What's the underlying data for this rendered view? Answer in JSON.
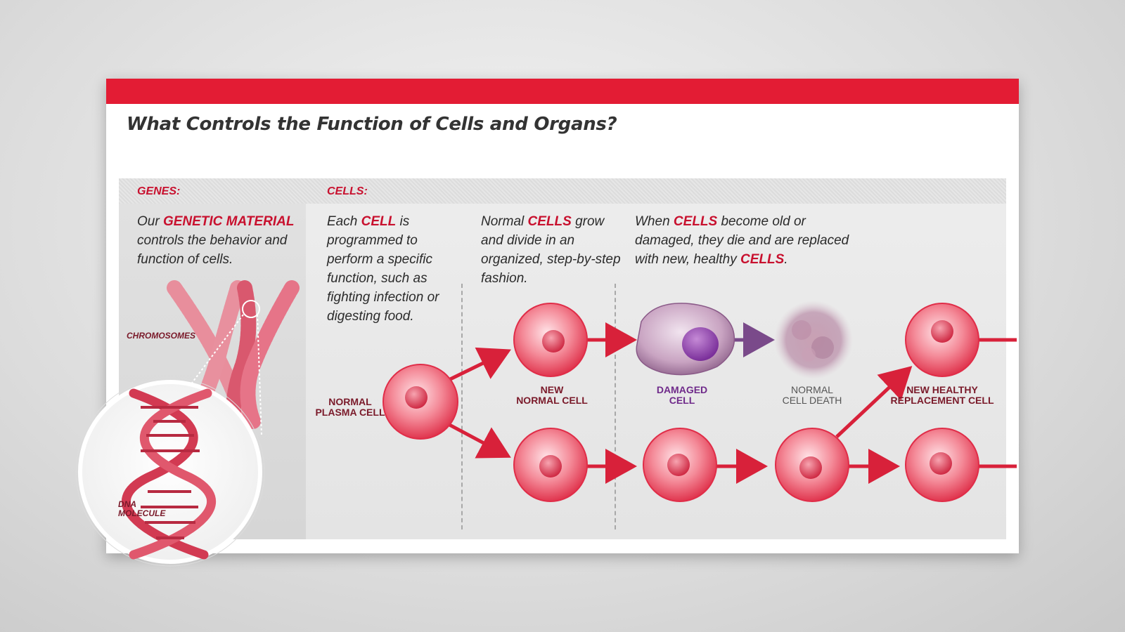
{
  "title": "What Controls the Function of Cells and Organs?",
  "genes": {
    "label": "GENES:",
    "text_pre": "Our ",
    "text_em": "GENETIC MATERIAL",
    "text_post": " controls the behavior and function of cells.",
    "chromosomes_label": "CHROMOSOMES",
    "dna_label_line1": "DNA",
    "dna_label_line2": "MOLECULE"
  },
  "cells": {
    "label": "CELLS:",
    "col1": {
      "pre": "Each ",
      "em": "CELL",
      "post": " is programmed to perform a specific function, such as fighting infection or digesting food."
    },
    "col2": {
      "pre": "Normal ",
      "em": "CELLS",
      "post": " grow and divide in an organized, step-by-step fashion."
    },
    "col3": {
      "pre": "When ",
      "em": "CELLS",
      "mid": " become old or damaged, they die and are replaced with new, healthy ",
      "em2": "CELLS",
      "post": "."
    }
  },
  "captions": {
    "normal_plasma_cell": [
      "NORMAL",
      "PLASMA CELL"
    ],
    "new_normal_cell": [
      "NEW",
      "NORMAL CELL"
    ],
    "damaged_cell": [
      "DAMAGED",
      "CELL"
    ],
    "normal_cell_death": [
      "NORMAL",
      "CELL DEATH"
    ],
    "new_healthy_replacement_cell": [
      "NEW HEALTHY",
      "REPLACEMENT CELL"
    ]
  },
  "colors": {
    "accent": "#e31c34",
    "label_red": "#c8102e",
    "damaged_purple": "#7a3a8c",
    "text_dark": "#2b2b2b"
  }
}
